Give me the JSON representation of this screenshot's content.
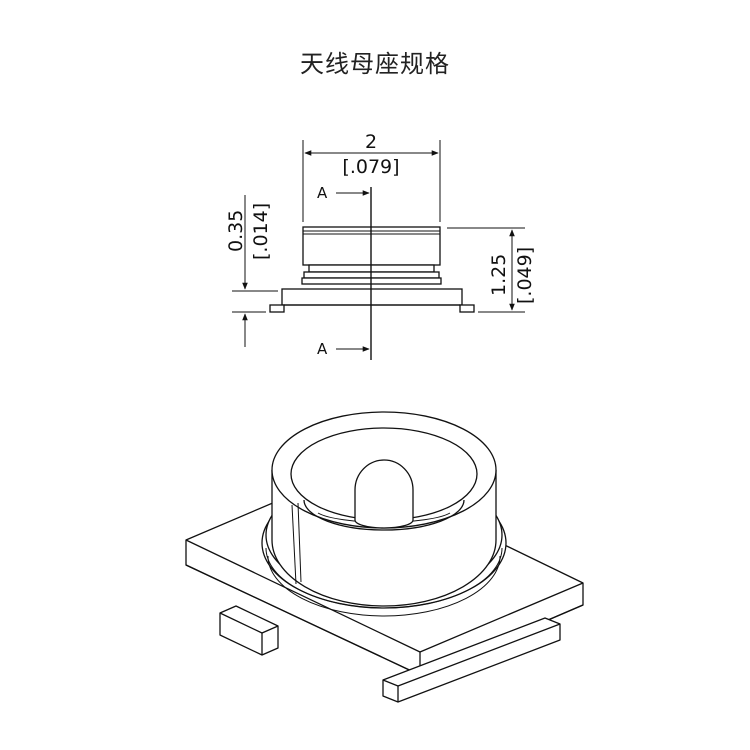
{
  "title": "天线母座规格",
  "dimensions": {
    "width_mm": "2",
    "width_in": "[.079]",
    "base_mm": "0.35",
    "base_in": "[.014]",
    "height_mm": "1.25",
    "height_in": "[.049]"
  },
  "section_label_top": "A",
  "section_label_bottom": "A",
  "colors": {
    "line": "#111111",
    "background": "#ffffff"
  }
}
